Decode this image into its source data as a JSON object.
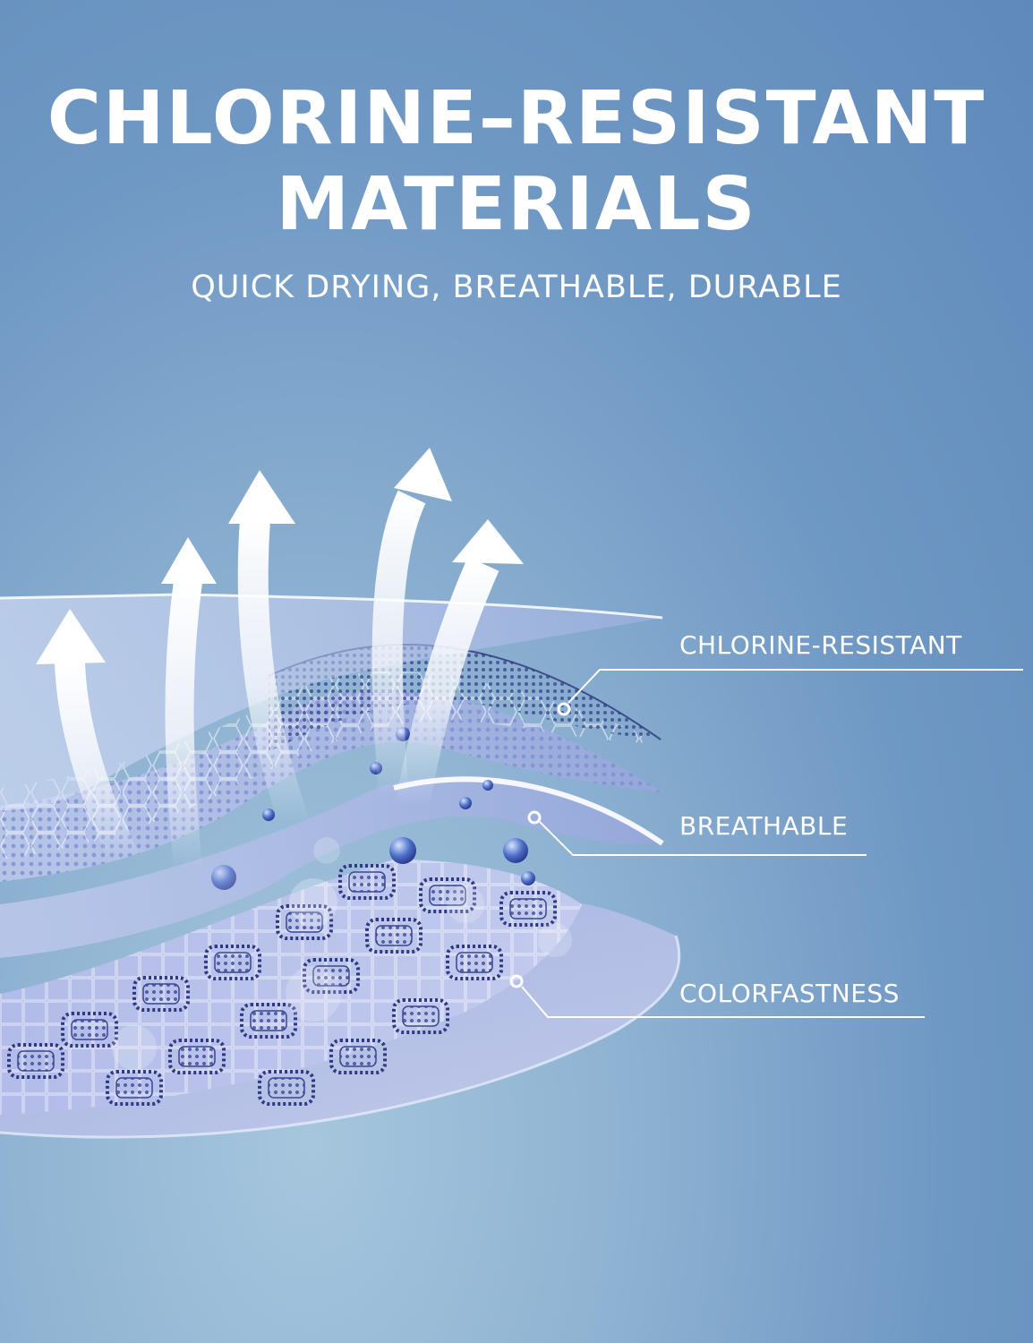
{
  "headline": {
    "line1": "CHLORINE–RESISTANT",
    "line2": "MATERIALS"
  },
  "subtitle": "QUICK DRYING, BREATHABLE, DURABLE",
  "callouts": [
    {
      "label": "CHLORINE-RESISTANT"
    },
    {
      "label": "BREATHABLE"
    },
    {
      "label": "COLORFASTNESS"
    }
  ],
  "colors": {
    "background_top": "#5f89ba",
    "background_glow": "#a6c6dd",
    "text": "#ffffff",
    "fabric": "#8f9fd8",
    "fabric_dark": "#3b4790"
  },
  "icons": [
    "upward-airflow-arrow-icon",
    "water-bubble-icon",
    "fiber-mesh-icon"
  ]
}
